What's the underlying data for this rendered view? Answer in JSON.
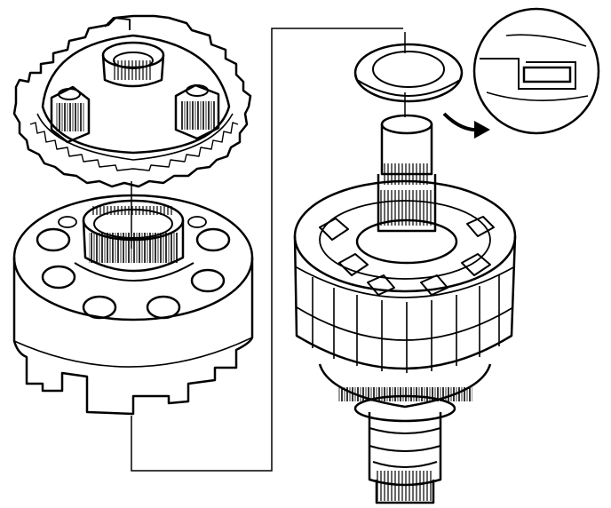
{
  "diagram": {
    "background": "#ffffff",
    "ink": "#000000",
    "components": [
      {
        "id": "planet-carrier",
        "icon": "planetary-carrier-icon"
      },
      {
        "id": "clutch-drum",
        "icon": "clutch-drum-icon"
      },
      {
        "id": "thrust-washer",
        "icon": "thrust-washer-icon"
      },
      {
        "id": "shaft-assembly",
        "icon": "shaft-assembly-icon"
      },
      {
        "id": "washer-section-detail",
        "icon": "magnified-detail-icon"
      }
    ]
  }
}
